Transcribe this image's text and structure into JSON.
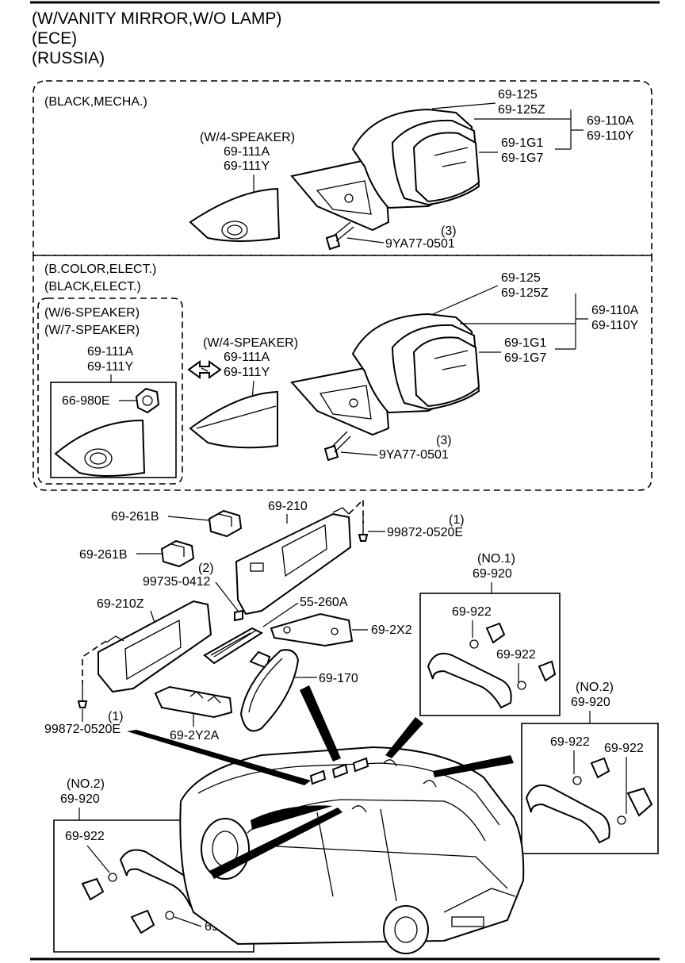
{
  "header": {
    "line1": "(W/VANITY MIRROR,W/O LAMP)",
    "line2": "(ECE)",
    "line3": "(RUSSIA)"
  },
  "section_top": {
    "label": "(BLACK,MECHA.)",
    "speaker_label": "(W/4-SPEAKER)",
    "speaker_parts": [
      "69-111A",
      "69-111Y"
    ],
    "mirror_parts": [
      "69-125",
      "69-125Z",
      "69-110A",
      "69-110Y",
      "69-1G1",
      "69-1G7"
    ],
    "bolt": "9YA77-0501",
    "bolt_qty": "(3)"
  },
  "section_mid": {
    "label1": "(B.COLOR,ELECT.)",
    "label2": "(BLACK,ELECT.)",
    "sub_label1": "(W/6-SPEAKER)",
    "sub_label2": "(W/7-SPEAKER)",
    "sub_parts": [
      "69-111A",
      "69-111Y"
    ],
    "tweeter": "66-980E",
    "speaker_label": "(W/4-SPEAKER)",
    "speaker_parts": [
      "69-111A",
      "69-111Y"
    ],
    "mirror_parts": [
      "69-125",
      "69-125Z",
      "69-110A",
      "69-110Y",
      "69-1G1",
      "69-1G7"
    ],
    "bolt": "9YA77-0501",
    "bolt_qty": "(3)"
  },
  "lower": {
    "clip_a": "69-261B",
    "clip_b": "69-261B",
    "visor_right": "69-210",
    "visor_left": "69-210Z",
    "screw_right": "99872-0520E",
    "screw_right_qty": "(1)",
    "screw_left": "99872-0520E",
    "screw_left_qty": "(1)",
    "screw_small": "99735-0412",
    "screw_small_qty": "(2)",
    "bracket": "55-260A",
    "holder": "69-2X2",
    "inner_mirror": "69-170",
    "bracket_left": "69-2Y2A"
  },
  "grip_no1": {
    "title": "(NO.1)",
    "part": "69-920",
    "sub": "69-922",
    "sub2": "69-922"
  },
  "grip_no2_right": {
    "title": "(NO.2)",
    "part": "69-920",
    "sub": "69-922",
    "sub2": "69-922"
  },
  "grip_no2_left": {
    "title": "(NO.2)",
    "part": "69-920",
    "sub": "69-922",
    "sub2": "69-922"
  }
}
